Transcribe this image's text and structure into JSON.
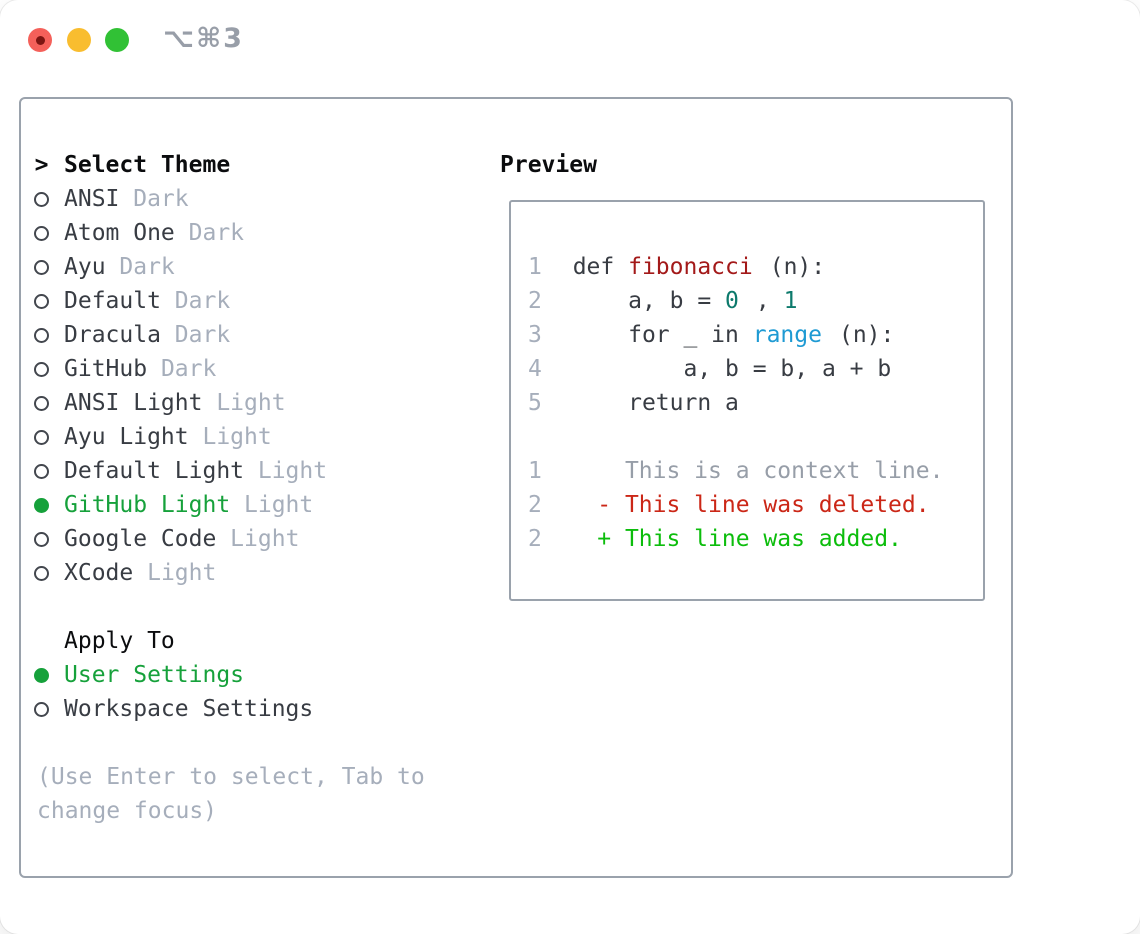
{
  "window": {
    "title": "⌥⌘3"
  },
  "panel": {
    "theme_list": {
      "header_marker": ">",
      "header": "Select Theme",
      "items": [
        {
          "name": "ANSI",
          "variant": "Dark",
          "selected": false
        },
        {
          "name": "Atom One",
          "variant": "Dark",
          "selected": false
        },
        {
          "name": "Ayu",
          "variant": "Dark",
          "selected": false
        },
        {
          "name": "Default",
          "variant": "Dark",
          "selected": false
        },
        {
          "name": "Dracula",
          "variant": "Dark",
          "selected": false
        },
        {
          "name": "GitHub",
          "variant": "Dark",
          "selected": false
        },
        {
          "name": "ANSI Light",
          "variant": "Light",
          "selected": false
        },
        {
          "name": "Ayu Light",
          "variant": "Light",
          "selected": false
        },
        {
          "name": "Default Light",
          "variant": "Light",
          "selected": false
        },
        {
          "name": "GitHub Light",
          "variant": "Light",
          "selected": true
        },
        {
          "name": "Google Code",
          "variant": "Light",
          "selected": false
        },
        {
          "name": "XCode",
          "variant": "Light",
          "selected": false
        }
      ]
    },
    "apply_to": {
      "header": "Apply To",
      "items": [
        {
          "name": "User Settings",
          "selected": true
        },
        {
          "name": "Workspace Settings",
          "selected": false
        }
      ]
    },
    "hint": "(Use Enter to select, Tab to change focus)",
    "preview": {
      "header": "Preview",
      "code_lines": [
        {
          "num": "1",
          "segments": [
            {
              "text": "def ",
              "style": "code"
            },
            {
              "text": "fibonacci",
              "style": "func"
            },
            {
              "text": "(n):",
              "style": "code"
            }
          ]
        },
        {
          "num": "2",
          "segments": [
            {
              "text": "    a, b = ",
              "style": "code"
            },
            {
              "text": "0",
              "style": "number"
            },
            {
              "text": ", ",
              "style": "code"
            },
            {
              "text": "1",
              "style": "number"
            }
          ]
        },
        {
          "num": "3",
          "segments": [
            {
              "text": "    for _ in ",
              "style": "code"
            },
            {
              "text": "range",
              "style": "builtin"
            },
            {
              "text": "(n):",
              "style": "code"
            }
          ]
        },
        {
          "num": "4",
          "segments": [
            {
              "text": "        a, b = b, a + b",
              "style": "code"
            }
          ]
        },
        {
          "num": "5",
          "segments": [
            {
              "text": "    return a",
              "style": "code"
            }
          ]
        },
        {
          "num": "",
          "segments": []
        },
        {
          "num": "1",
          "segments": [
            {
              "text": "     This is a context line.",
              "style": "context"
            }
          ]
        },
        {
          "num": "2",
          "segments": [
            {
              "text": "   - This line was deleted.",
              "style": "deleted"
            }
          ]
        },
        {
          "num": "2",
          "segments": [
            {
              "text": "   + This line was added.",
              "style": "added"
            }
          ]
        }
      ]
    },
    "colors": {
      "text_dark": "#383c43",
      "muted": "#a6aebb",
      "selection_green": "#16a13b",
      "added_green": "#0cbd0c",
      "deleted_red": "#cb2717",
      "function_red": "#a31919",
      "number_teal": "#0d7a6c",
      "builtin_blue": "#1e9ad3",
      "border_gray": "#9aa2ac",
      "title_gray": "#989ea8",
      "traffic_red": "#f4605a",
      "traffic_yellow": "#f9bd2f",
      "traffic_green": "#31c135"
    }
  }
}
